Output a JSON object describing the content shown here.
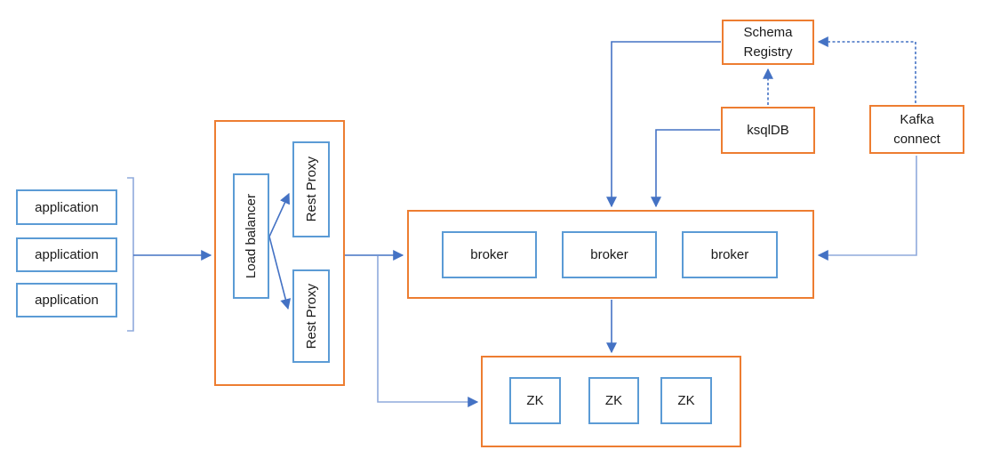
{
  "colors": {
    "container_border": "#ED7D31",
    "node_border": "#5B9BD5",
    "connector": "#4472C4",
    "connector_light": "#8FAADC",
    "text": "#1a1a1a",
    "background": "#FFFFFF"
  },
  "nodes": {
    "applications": [
      {
        "label": "application"
      },
      {
        "label": "application"
      },
      {
        "label": "application"
      }
    ],
    "load_balancer": {
      "label": "Load balancer"
    },
    "rest_proxies": [
      {
        "label": "Rest Proxy"
      },
      {
        "label": "Rest Proxy"
      }
    ],
    "brokers": [
      {
        "label": "broker"
      },
      {
        "label": "broker"
      },
      {
        "label": "broker"
      }
    ],
    "zookeepers": [
      {
        "label": "ZK"
      },
      {
        "label": "ZK"
      },
      {
        "label": "ZK"
      }
    ],
    "schema_registry": {
      "label": "Schema\nRegistry"
    },
    "ksqldb": {
      "label": "ksqlDB"
    },
    "kafka_connect": {
      "label": "Kafka\nconnect"
    }
  },
  "edges": [
    {
      "from": "applications",
      "to": "load-balancer-group",
      "style": "solid"
    },
    {
      "from": "load-balancer",
      "to": "rest-proxy-1",
      "style": "solid"
    },
    {
      "from": "load-balancer",
      "to": "rest-proxy-2",
      "style": "solid"
    },
    {
      "from": "load-balancer-group",
      "to": "kafka-cluster",
      "style": "solid"
    },
    {
      "from": "load-balancer-group",
      "to": "zookeeper-cluster",
      "style": "solid"
    },
    {
      "from": "schema-registry",
      "to": "kafka-cluster",
      "style": "solid"
    },
    {
      "from": "ksqldb",
      "to": "kafka-cluster",
      "style": "solid"
    },
    {
      "from": "ksqldb",
      "to": "schema-registry",
      "style": "dashed"
    },
    {
      "from": "kafka-connect",
      "to": "schema-registry",
      "style": "dashed"
    },
    {
      "from": "kafka-connect",
      "to": "kafka-cluster",
      "style": "solid"
    },
    {
      "from": "kafka-cluster",
      "to": "zookeeper-cluster",
      "style": "solid"
    }
  ]
}
